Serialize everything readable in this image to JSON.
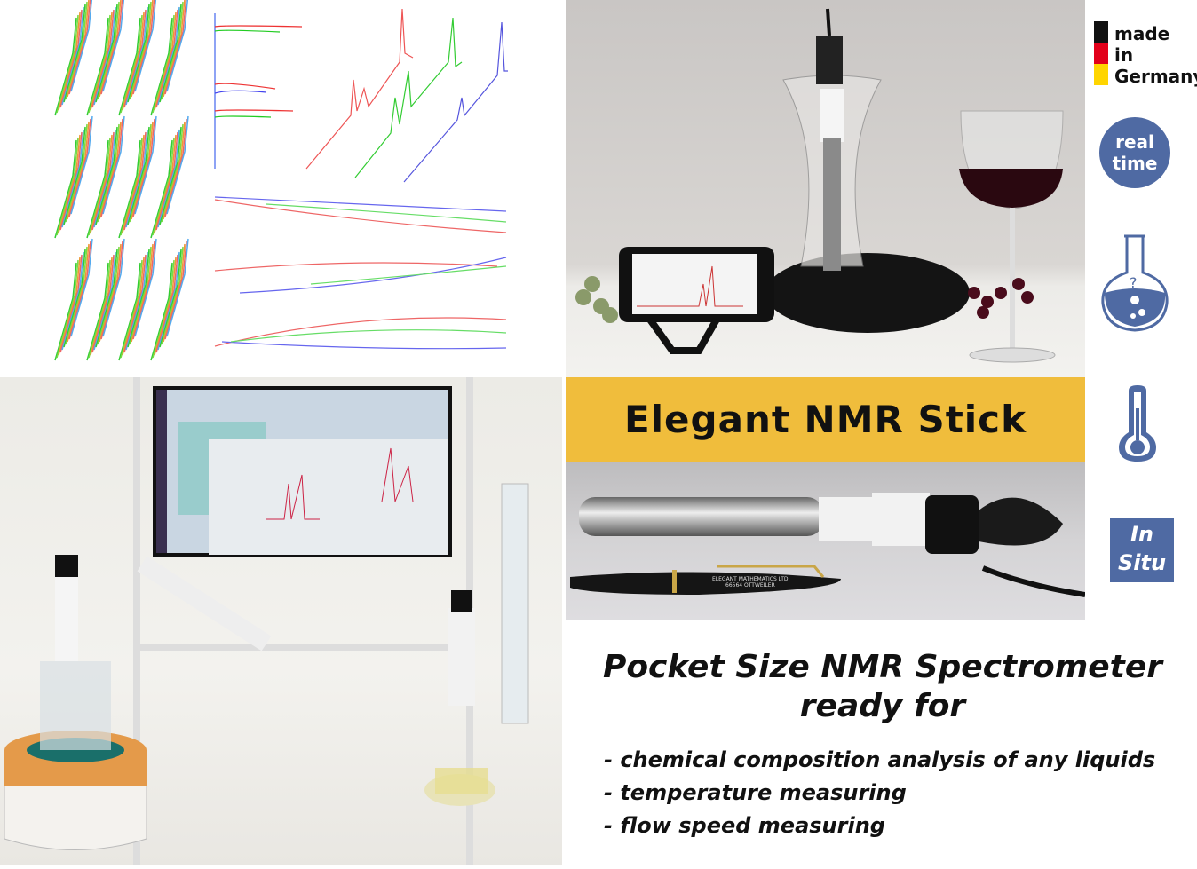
{
  "banner": {
    "title": "Elegant NMR Stick"
  },
  "badges": {
    "made_in": [
      "made",
      "in",
      "Germany"
    ],
    "flag_colors": [
      "#111111",
      "#e2001a",
      "#ffd500"
    ],
    "real_time": [
      "real",
      "time"
    ],
    "in_situ": [
      "In",
      "Situ"
    ],
    "icons": [
      "flask-icon",
      "thermometer-icon"
    ]
  },
  "headline": {
    "line1": "Pocket Size NMR Spectrometer",
    "line2": "ready for"
  },
  "features": [
    "- chemical composition analysis of any liquids",
    "- temperature measuring",
    "- flow speed measuring"
  ],
  "pen_engraving": {
    "line1": "ELEGANT MATHEMATICS LTD",
    "line2": "66564 OTTWEILER"
  },
  "colors": {
    "banner": "#f0bd3c",
    "accent_blue": "#4f6aa3"
  }
}
